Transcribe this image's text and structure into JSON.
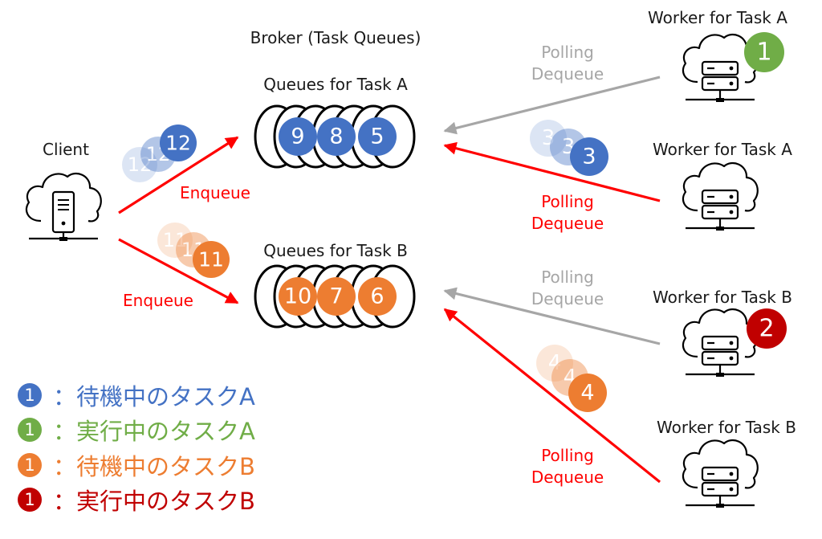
{
  "colors": {
    "waiting_a": "#4472c4",
    "running_a": "#70ad47",
    "waiting_b": "#ed7d31",
    "running_b": "#c00000",
    "arrow_red": "#ff0000",
    "arrow_gray": "#a6a6a6"
  },
  "client": {
    "label": "Client",
    "icon": "cloud-server-icon"
  },
  "broker": {
    "title": "Broker (Task Queues)"
  },
  "queues": {
    "a": {
      "label": "Queues for Task A",
      "items": [
        "9",
        "8",
        "5"
      ]
    },
    "b": {
      "label": "Queues for Task B",
      "items": [
        "10",
        "7",
        "6"
      ]
    }
  },
  "incoming": {
    "a": {
      "labels": [
        "12",
        "12",
        "12"
      ],
      "arrow_label": "Enqueue"
    },
    "b": {
      "labels": [
        "11",
        "11",
        "11"
      ],
      "arrow_label": "Enqueue"
    }
  },
  "workers": [
    {
      "label": "Worker for Task A",
      "running_task": "1",
      "icon": "cloud-server-icon"
    },
    {
      "label": "Worker for Task A",
      "icon": "cloud-server-icon"
    },
    {
      "label": "Worker for Task B",
      "running_task": "2",
      "icon": "cloud-server-icon"
    },
    {
      "label": "Worker for Task B",
      "icon": "cloud-server-icon"
    }
  ],
  "polling": {
    "label_line1": "Polling",
    "label_line2": "Dequeue"
  },
  "dequeue_bubbles": {
    "a": [
      "3",
      "3",
      "3"
    ],
    "b": [
      "4",
      "4",
      "4"
    ]
  },
  "legend": [
    {
      "badge": "1",
      "text": "：待機中のタスクA",
      "color": "#4472c4"
    },
    {
      "badge": "1",
      "text": "：実行中のタスクA",
      "color": "#70ad47"
    },
    {
      "badge": "1",
      "text": "：待機中のタスクB",
      "color": "#ed7d31"
    },
    {
      "badge": "1",
      "text": "：実行中のタスクB",
      "color": "#c00000"
    }
  ]
}
